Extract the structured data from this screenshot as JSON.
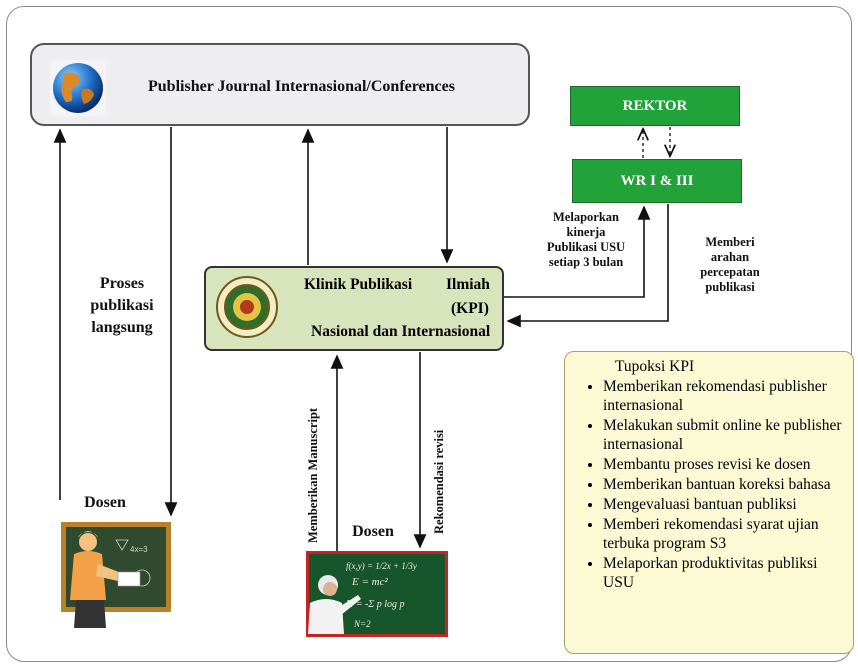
{
  "publisher": {
    "title": "Publisher Journal Internasional/Conferences"
  },
  "kpi": {
    "line1a": "Klinik Publikasi",
    "line1b": "Ilmiah",
    "line2": "(KPI)",
    "line3": "Nasional dan Internasional"
  },
  "rektor": "REKTOR",
  "wr": "WR I & III",
  "labels": {
    "melaporkan": [
      "Melaporkan",
      "kinerja",
      "Publikasi USU",
      "setiap 3 bulan"
    ],
    "memberi": [
      "Memberi",
      "arahan",
      "percepatan",
      "publikasi"
    ],
    "proses": [
      "Proses",
      "publikasi",
      "langsung"
    ],
    "memberikan_manuscript": "Memberikan Manuscript",
    "rekomendasi_revisi": "Rekomendasi revisi",
    "dosen_left": "Dosen",
    "dosen_center": "Dosen"
  },
  "tupoksi": {
    "title": "Tupoksi KPI",
    "items": [
      "Memberikan rekomendasi publisher internasional",
      "Melakukan submit online ke publisher internasional",
      "Membantu proses revisi ke dosen",
      "Memberikan bantuan koreksi bahasa",
      "Mengevaluasi bantuan publiksi",
      "Memberi rekomendasi syarat ujian terbuka program S3",
      "Melaporkan produktivitas publiksi USU"
    ]
  },
  "chalkboard_text": [
    "f(x,y) = 1/2x + 1/3y",
    "E = mc²",
    "H = -Σ p log p",
    "N=2"
  ]
}
